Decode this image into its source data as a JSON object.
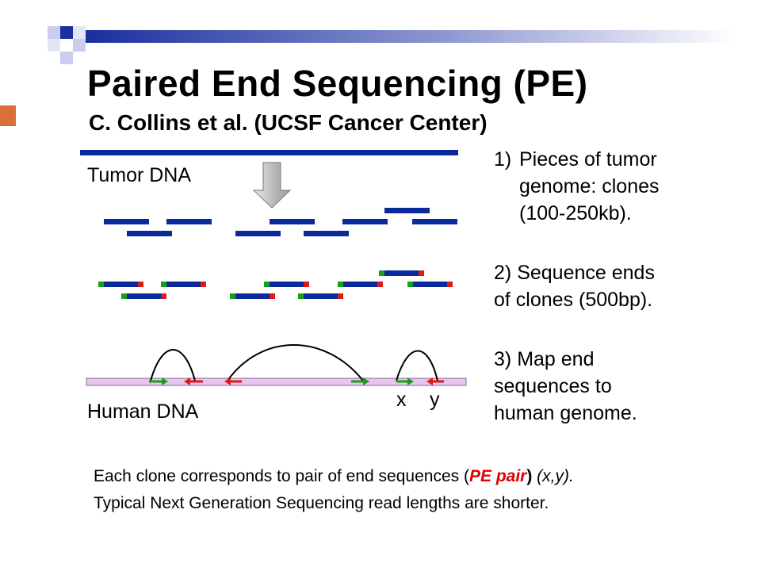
{
  "slide": {
    "title": "Paired End Sequencing (PE)",
    "subtitle": "C. Collins et al. (UCSF Cancer Center)"
  },
  "labels": {
    "tumor_dna": "Tumor DNA",
    "human_dna": "Human DNA",
    "x": "x",
    "y": "y"
  },
  "steps": [
    {
      "num": "1)",
      "text": "Pieces of tumor genome: clones (100-250kb)."
    },
    {
      "num": "2)",
      "text": "Sequence ends of clones (500bp)."
    },
    {
      "num": "3)",
      "text": "Map end sequences to human genome."
    }
  ],
  "notes": {
    "line1_a": "Each clone corresponds to pair of end sequences (",
    "line1_pe": "PE pair",
    "line1_b": ")",
    "line1_c": " (x,y).",
    "line2": "Typical Next Generation Sequencing read lengths are shorter."
  },
  "colors": {
    "clone": "#0a2a9c",
    "left_end": "#18a018",
    "right_end": "#e01818",
    "human_dna": "#e6c6ee",
    "accent": "#d9703a",
    "arrow": "#c8c8c8"
  }
}
